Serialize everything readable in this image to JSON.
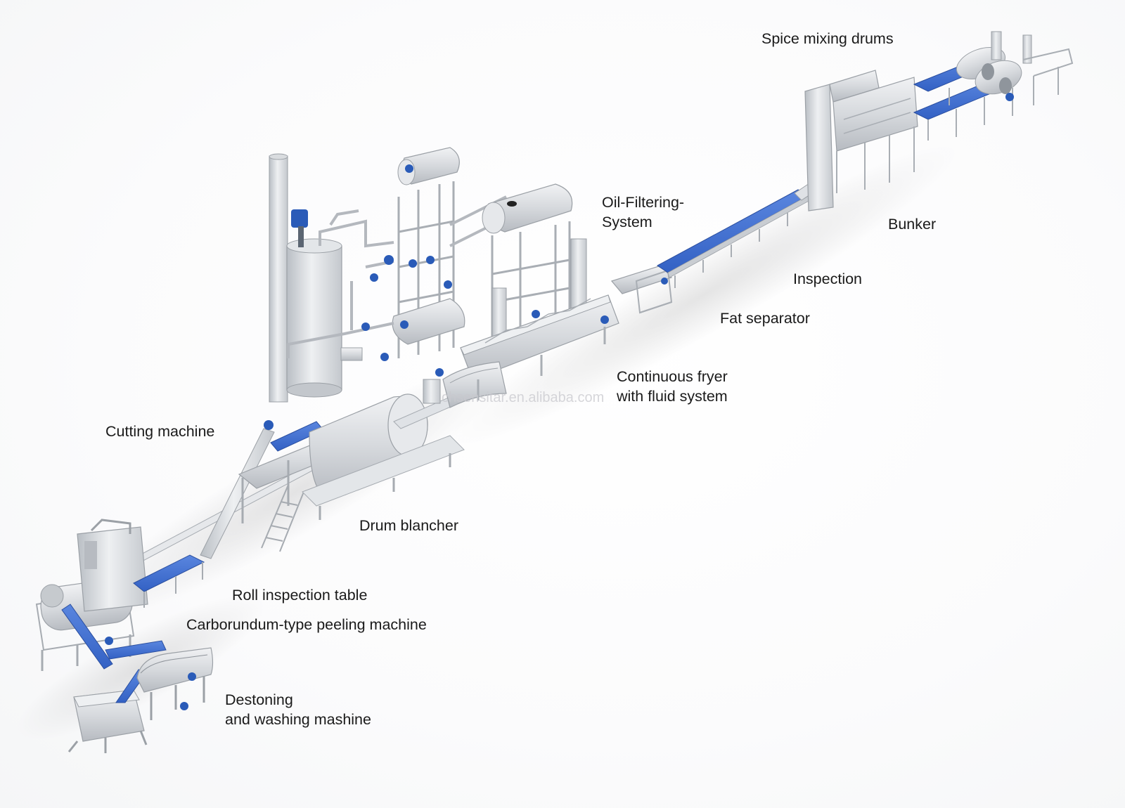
{
  "labels": {
    "spice_mixing": "Spice mixing drums",
    "oil_filtering_1": "Oil-Filtering-",
    "oil_filtering_2": "System",
    "bunker": "Bunker",
    "inspection": "Inspection",
    "fat_separator": "Fat separator",
    "continuous_fryer_1": "Continuous fryer",
    "continuous_fryer_2": "with fluid system",
    "cutting_machine": "Cutting machine",
    "drum_blancher": "Drum blancher",
    "roll_inspection": "Roll inspection table",
    "peeling_machine": "Carborundum-type peeling machine",
    "destoning_1": "Destoning",
    "destoning_2": "and washing mashine"
  },
  "watermark": "chsensitar.en.alibaba.com",
  "colors": {
    "steel": "#d4d7db",
    "steel_dark": "#a9aeb4",
    "steel_light": "#eceef0",
    "belt_blue": "#3f6fd1",
    "motor_blue": "#2a5bb8",
    "label_text": "#1a1a1a"
  }
}
